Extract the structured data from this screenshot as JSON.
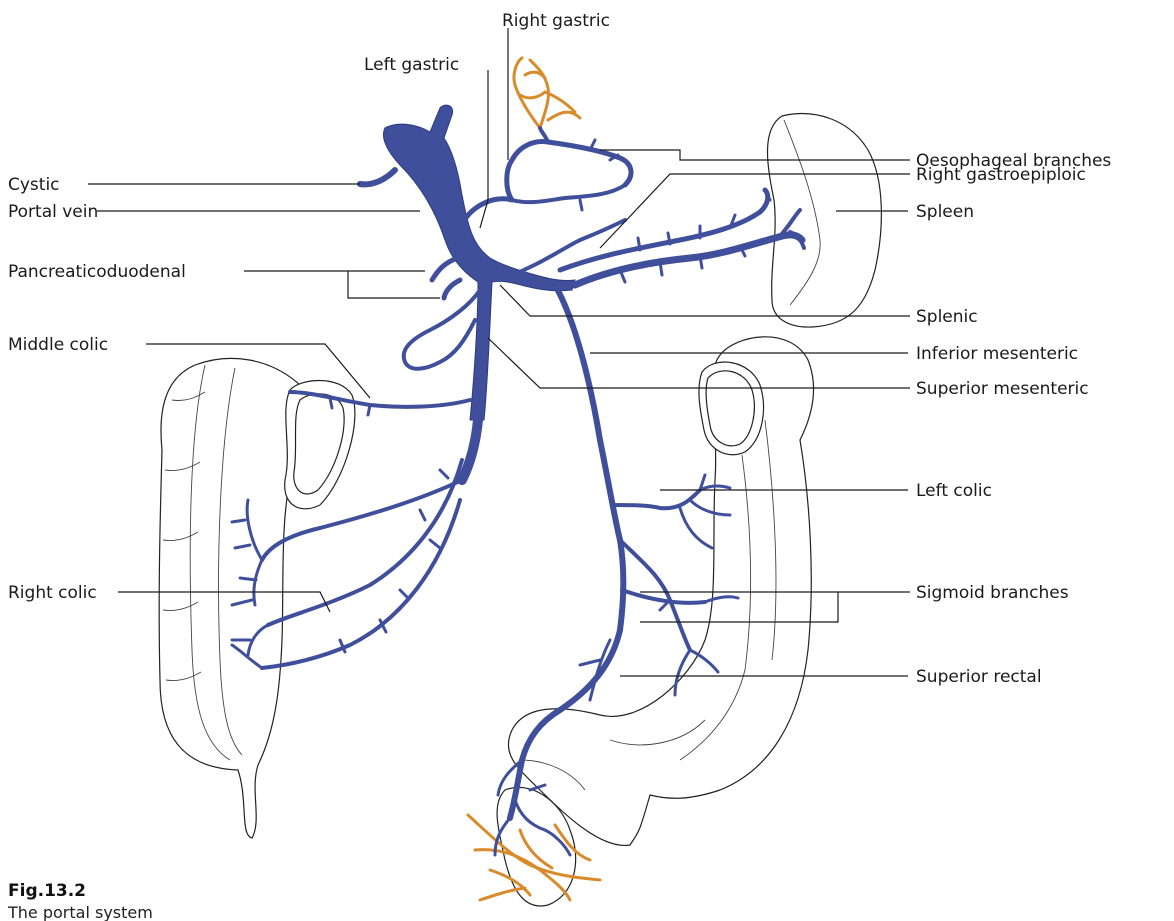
{
  "labels": {
    "right_gastric": "Right gastric",
    "left_gastric": "Left gastric",
    "cystic": "Cystic",
    "portal_vein": "Portal vein",
    "pancreaticoduodenal": "Pancreaticoduodenal",
    "middle_colic": "Middle colic",
    "right_colic": "Right colic",
    "oesophageal_branches": "Oesophageal branches",
    "right_gastroepiploic": "Right gastroepiploic",
    "spleen": "Spleen",
    "splenic": "Splenic",
    "inferior_mesenteric": "Inferior mesenteric",
    "superior_mesenteric": "Superior mesenteric",
    "left_colic": "Left colic",
    "sigmoid_branches": "Sigmoid branches",
    "superior_rectal": "Superior rectal"
  },
  "caption": {
    "title": "Fig.13.2",
    "subtitle": "The portal system"
  },
  "colors": {
    "vein": "#3f4f9c",
    "anastomosis": "#d98a2b",
    "outline": "#222222"
  }
}
